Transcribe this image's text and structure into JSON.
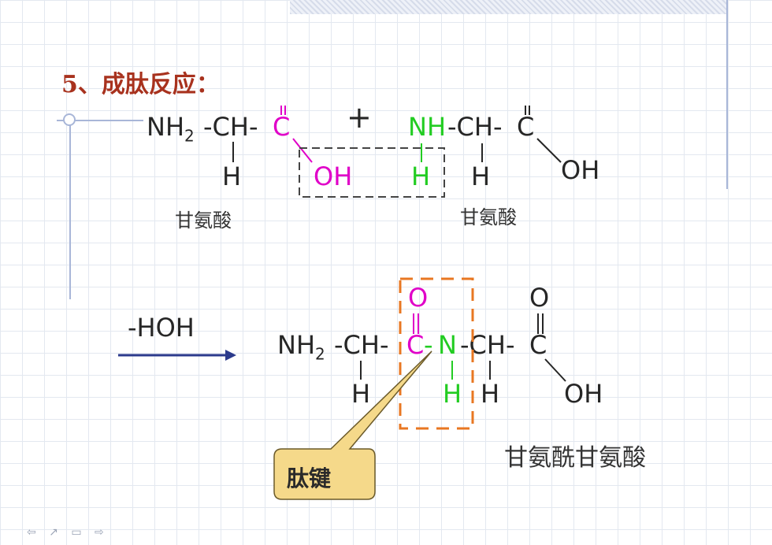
{
  "title": "5、成肽反应：",
  "reactant1": {
    "nh2": "NH",
    "sub2": "2",
    "ch": "-CH-",
    "c": "C",
    "h": "H",
    "oh": "OH",
    "name": "甘氨酸"
  },
  "plus": "+",
  "reactant2": {
    "nh": "NH",
    "ch": "-CH-",
    "c": "C",
    "h_removed": "H",
    "h": "H",
    "oh": "OH",
    "name": "甘氨酸"
  },
  "arrow_label": "-HOH",
  "product": {
    "nh2": "NH",
    "sub2": "2",
    "ch1": "-CH-",
    "c": "C",
    "dash": "-",
    "n": "N",
    "ch2": "-CH-",
    "c2": "C",
    "o1": "O",
    "o2": "O",
    "h1": "H",
    "h_n": "H",
    "h2": "H",
    "oh": "OH",
    "name": "甘氨酰甘氨酸"
  },
  "callout": "肽键",
  "nav_icons": "⇦ ↗ ▭ ⇨",
  "colors": {
    "title": "#a8321e",
    "oxygen_carbon": "#e000c8",
    "nitrogen": "#22cc22",
    "peptide_box": "#e87722",
    "arrow": "#2b3a8c",
    "callout_fill": "#f5d98a"
  }
}
